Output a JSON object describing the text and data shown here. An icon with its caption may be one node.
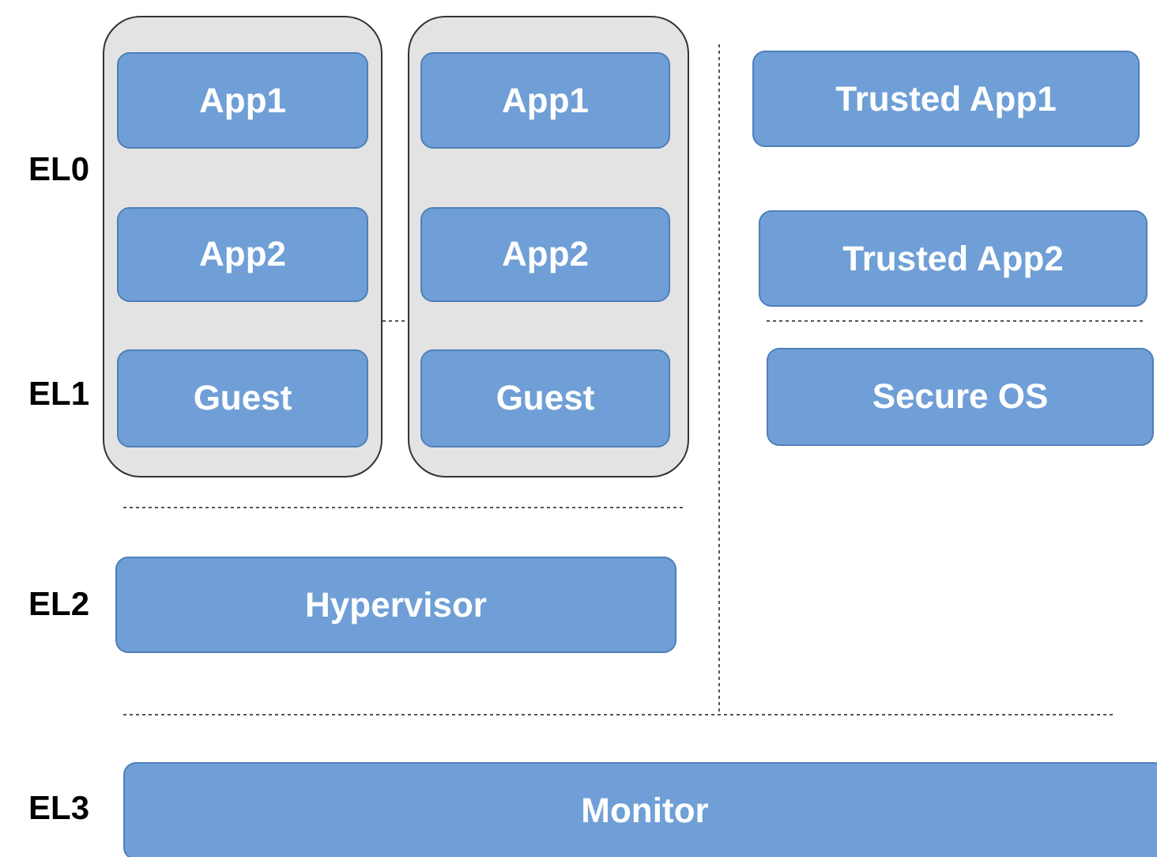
{
  "diagram": {
    "nodes": [
      {
        "text": [],
        "shape": "box"
      },
      {
        "text": [
          "App1"
        ],
        "in": 0
      },
      {
        "text": [
          "App2"
        ],
        "in": 0
      },
      {
        "text": [
          "Guest"
        ],
        "in": 0
      },
      {
        "text": [],
        "shape": "box"
      },
      {
        "text": [
          "App1"
        ],
        "in": 4
      },
      {
        "text": [
          "App2"
        ],
        "in": 4
      },
      {
        "text": [
          "Guest"
        ],
        "in": 4
      },
      {
        "text": [
          "Trusted App1"
        ]
      },
      {
        "text": [
          "Trusted App2"
        ]
      },
      {
        "text": [
          "Secure OS"
        ]
      },
      {
        "text": [
          "Hypervisor"
        ]
      },
      {
        "text": [
          "Monitor"
        ]
      }
    ],
    "edges": [],
    "labels": [
      "EL0",
      "EL1",
      "EL2",
      "EL3"
    ]
  }
}
